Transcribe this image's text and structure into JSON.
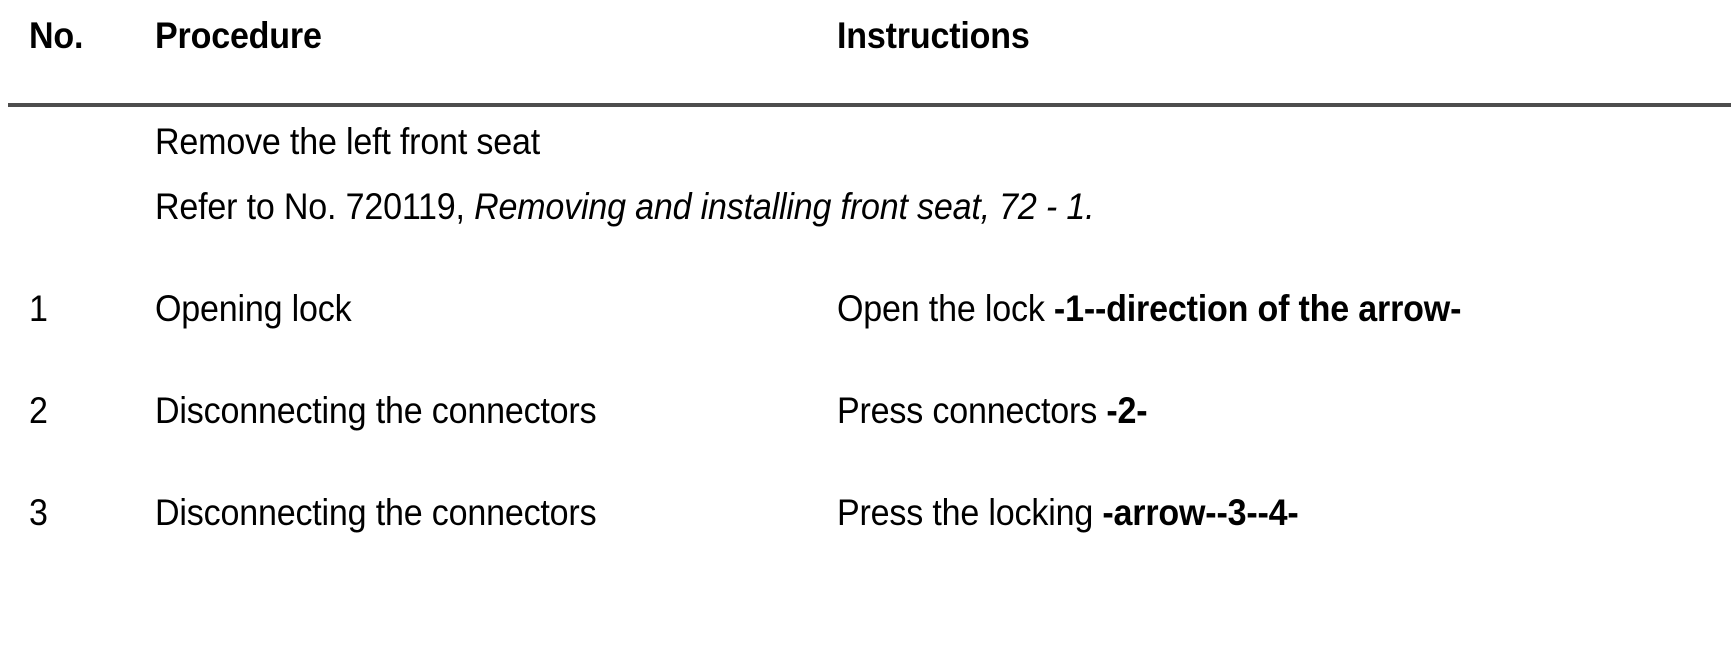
{
  "table": {
    "columns": {
      "no": "No.",
      "procedure": "Procedure",
      "instructions": "Instructions"
    },
    "intro": {
      "line1": "Remove the left front seat",
      "line2_prefix": "Refer to No. 720119, ",
      "line2_reference": "Removing and installing front seat, 72 - 1."
    },
    "rows": [
      {
        "no": "1",
        "procedure": "Opening lock",
        "instruction_prefix": "Open the lock ",
        "instruction_emphasis": "-1--direction of the arrow-"
      },
      {
        "no": "2",
        "procedure": "Disconnecting the connectors",
        "instruction_prefix": "Press connectors ",
        "instruction_emphasis": "-2-"
      },
      {
        "no": "3",
        "procedure": "Disconnecting the connectors",
        "instruction_prefix": "Press the locking ",
        "instruction_emphasis": "-arrow--3--4-"
      }
    ]
  },
  "style": {
    "background": "#ffffff",
    "text_color": "#000000",
    "rule_color": "#4d4d4d"
  }
}
